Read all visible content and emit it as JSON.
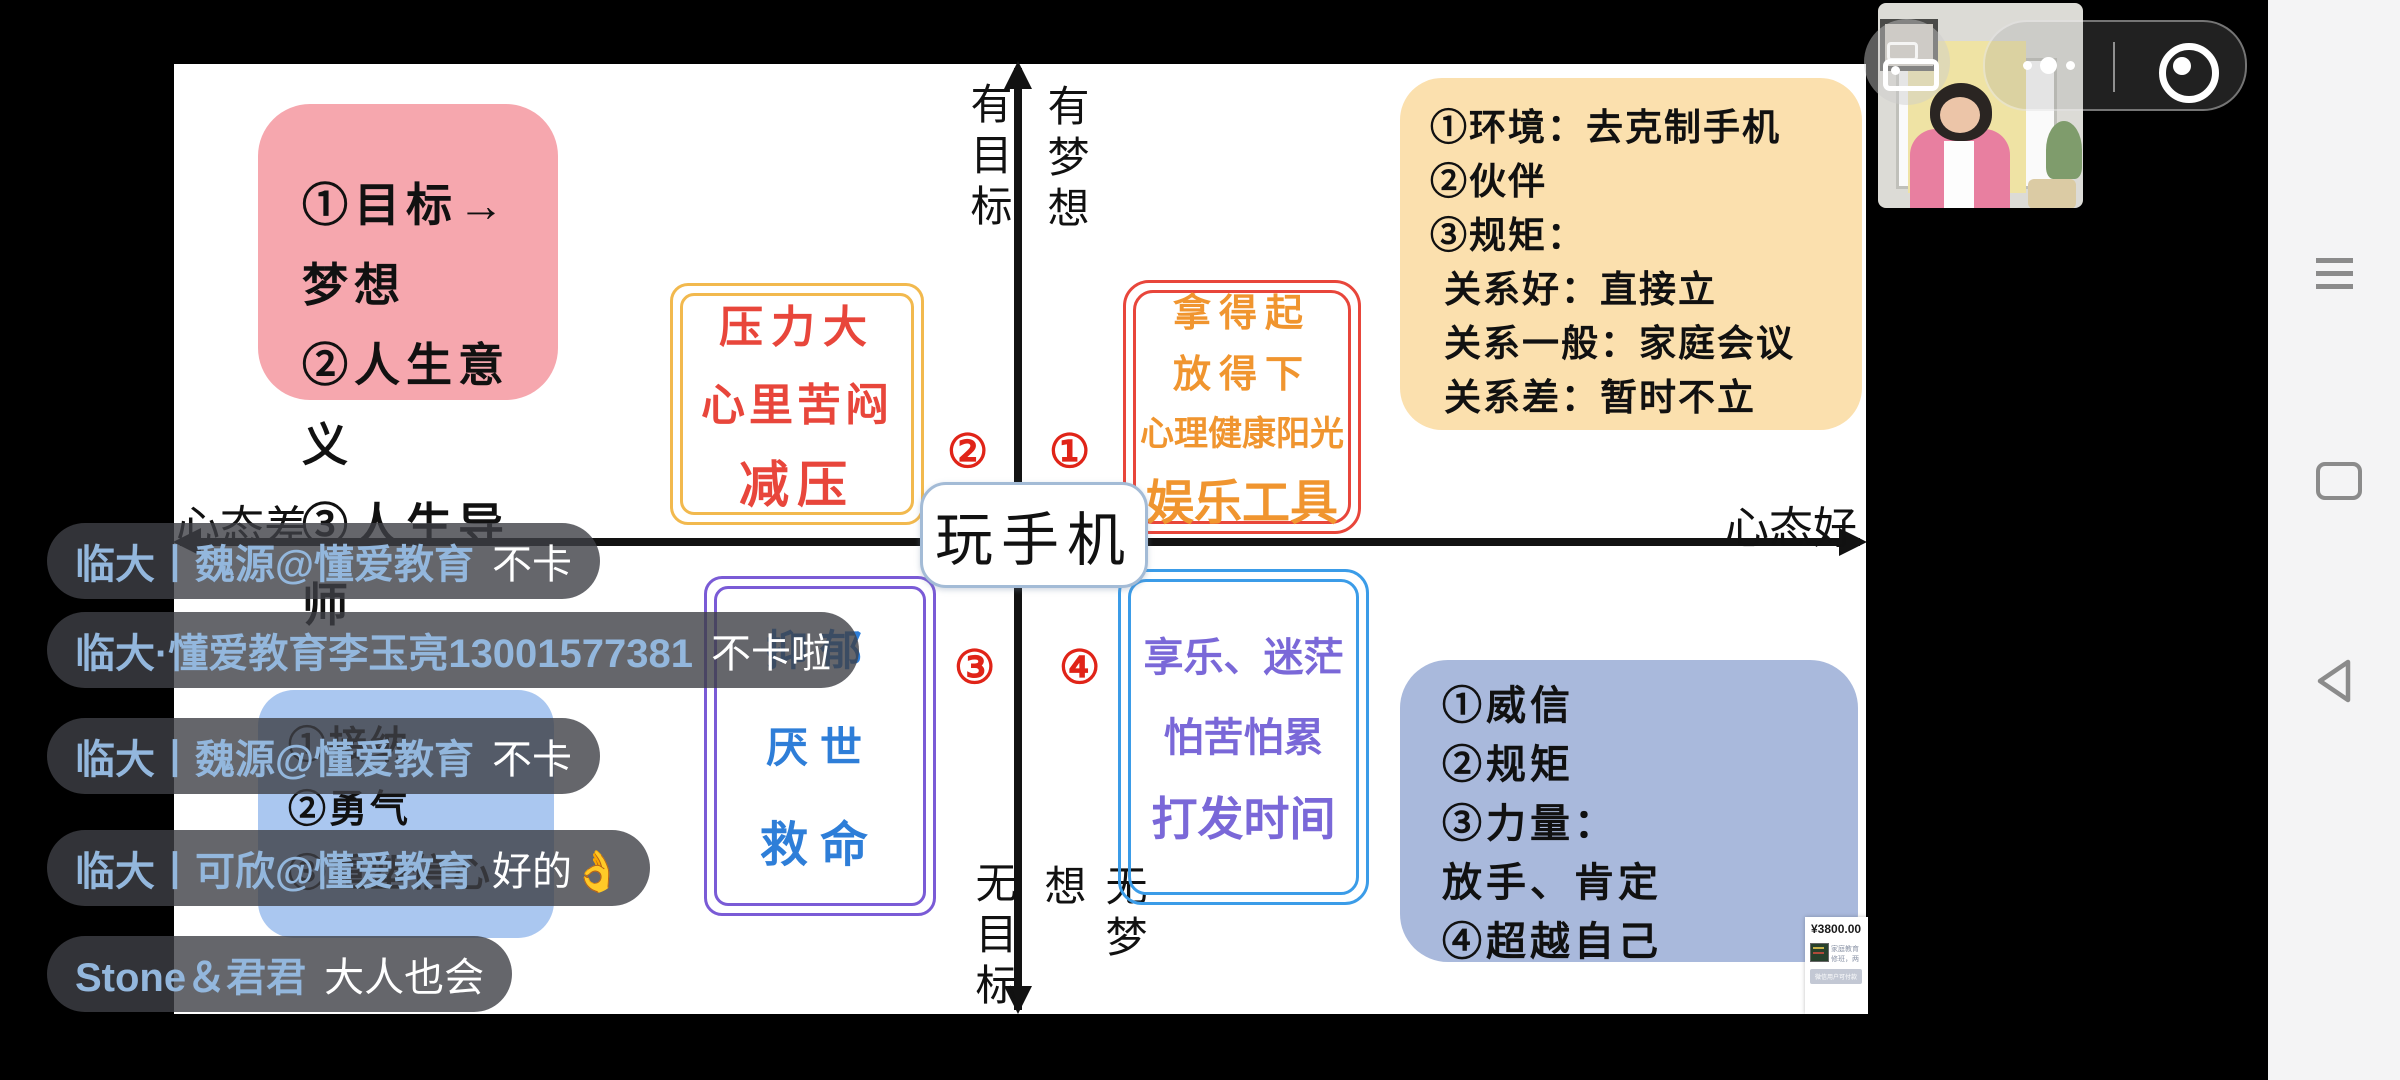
{
  "slide": {
    "axis": {
      "up_left": "有目标",
      "up_right": "有梦想",
      "down_left": "无目标",
      "down_right": "无梦想",
      "left": "心态差",
      "right": "心态好",
      "center": "玩手机",
      "q1": "①",
      "q2": "②",
      "q3": "③",
      "q4": "④"
    },
    "pink_box": {
      "lines": [
        "①目标→梦想",
        "②人生意义",
        "③人生导师"
      ]
    },
    "yellow_box": {
      "lines": [
        "压力大",
        "心里苦闷",
        "减压"
      ]
    },
    "red_box": {
      "lines": [
        "拿得起",
        "放得下",
        "心理健康阳光",
        "娱乐工具"
      ]
    },
    "purple_box": {
      "lines": [
        "抑郁",
        "厌世",
        "救命"
      ]
    },
    "blue_box": {
      "lines": [
        "享乐、迷茫",
        "怕苦怕累",
        "打发时间"
      ]
    },
    "orange_box": {
      "lines": [
        "①环境：去克制手机",
        "②伙伴",
        "③规矩：",
        "关系好：直接立",
        "关系一般：家庭会议",
        "关系差：暂时不立"
      ]
    },
    "periwinkle_box": {
      "lines": [
        "①威信",
        "②规矩",
        "③力量：",
        "放手、肯定",
        "④超越自己"
      ]
    },
    "lightblue_box": {
      "lines": [
        "①接纳",
        "②勇气",
        "③重塑信心"
      ]
    },
    "product_card": {
      "price": "¥3800.00",
      "desc_line1": "家庭教育",
      "desc_line2": "修班，两",
      "button": "微信用户可付款"
    }
  },
  "chat": {
    "messages": [
      {
        "name": "临大丨魏源@懂爱教育",
        "text": "不卡"
      },
      {
        "name": "临大·懂爱教育李玉亮13001577381",
        "text": "不卡啦"
      },
      {
        "name": "临大丨魏源@懂爱教育",
        "text": "不卡"
      },
      {
        "name": "临大丨可欣@懂爱教育",
        "text": "好的👌"
      },
      {
        "name": "Stone＆君君",
        "text": "大人也会"
      }
    ]
  },
  "colors": {
    "pink_box_bg": "#f6a7ae",
    "orange_box_bg": "#fbe0ae",
    "periwinkle_box_bg": "#a9b9dc",
    "lightblue_box_bg": "#aac7f0",
    "yellow_frame": "#f2b94e",
    "red_frame": "#e8463b",
    "red_text": "#e8463b",
    "orange_text": "#f0952f",
    "purple_frame": "#7a5bd6",
    "blue_text": "#2e7ed8",
    "blue_frame": "#3b9ce8",
    "violet_text": "#7a68d8",
    "quadrant_number_red": "#e02418",
    "chat_name_blue": "#93b7dd"
  }
}
